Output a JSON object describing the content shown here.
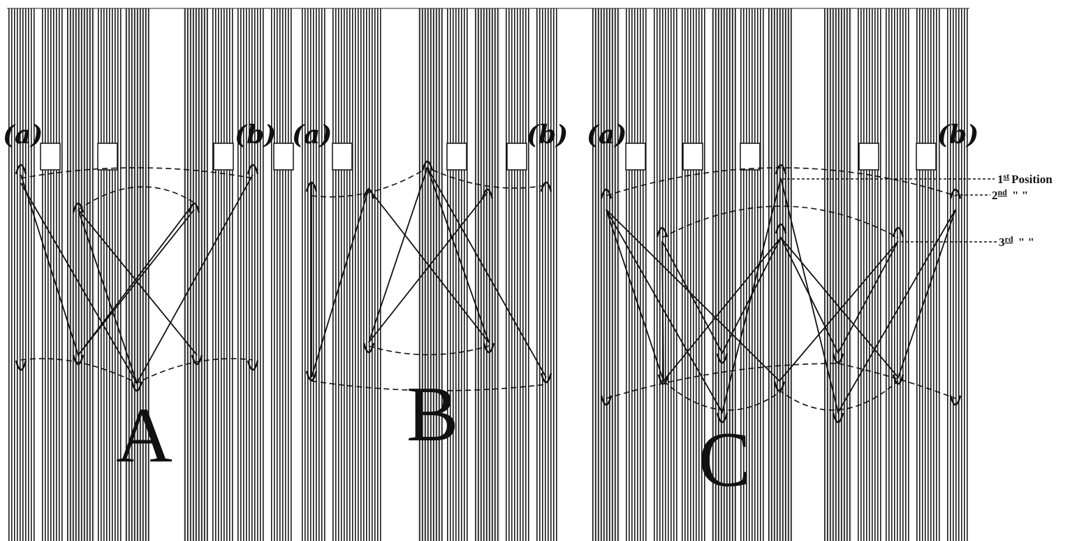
{
  "figure": {
    "diagrams": [
      {
        "id": "A",
        "caption": "A",
        "left_label": "(a)",
        "right_label": "(b)"
      },
      {
        "id": "B",
        "caption": "B",
        "left_label": "(a)",
        "right_label": "(b)"
      },
      {
        "id": "C",
        "caption": "C",
        "left_label": "(a)",
        "right_label": "(b)"
      }
    ],
    "position_labels": [
      {
        "prefix": "1",
        "sup": "st",
        "text": "Position"
      },
      {
        "prefix": "2",
        "sup": "nd",
        "text": " \" \""
      },
      {
        "prefix": "3",
        "sup": "rd",
        "text": " \" \""
      }
    ],
    "colors": {
      "ink": "#111111",
      "paper": "#ffffff"
    }
  }
}
